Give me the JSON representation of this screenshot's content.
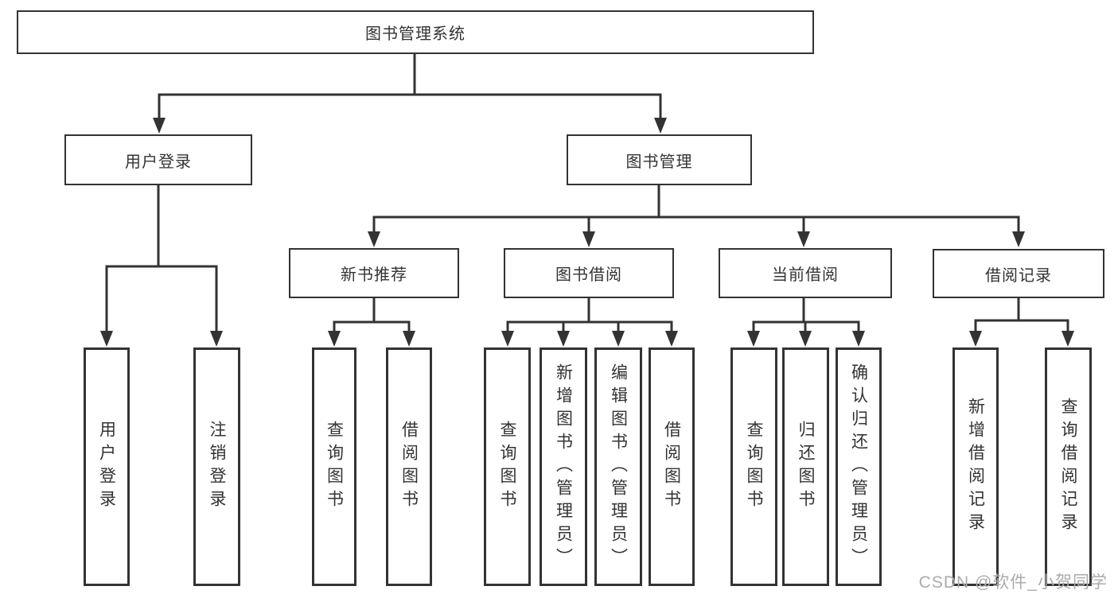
{
  "diagram": {
    "root": {
      "label": "图书管理系统"
    },
    "branches": [
      {
        "label": "用户登录",
        "children": [
          {
            "label": "用户登录"
          },
          {
            "label": "注销登录"
          }
        ]
      },
      {
        "label": "图书管理",
        "children": [
          {
            "label": "新书推荐",
            "children": [
              {
                "label": "查询图书"
              },
              {
                "label": "借阅图书"
              }
            ]
          },
          {
            "label": "图书借阅",
            "children": [
              {
                "label": "查询图书"
              },
              {
                "label": "新增图书（管理员）"
              },
              {
                "label": "编辑图书（管理员）"
              },
              {
                "label": "借阅图书"
              }
            ]
          },
          {
            "label": "当前借阅",
            "children": [
              {
                "label": "查询图书"
              },
              {
                "label": "归还图书"
              },
              {
                "label": "确认归还（管理员）"
              }
            ]
          },
          {
            "label": "借阅记录",
            "children": [
              {
                "label": "新增借阅记录"
              },
              {
                "label": "查询借阅记录"
              }
            ]
          }
        ]
      }
    ],
    "watermark": {
      "text": "CSDN @软件_小贺同学"
    },
    "colors": {
      "line": "#333333",
      "text": "#333333",
      "background": "#ffffff",
      "watermark": "#ababab"
    }
  }
}
